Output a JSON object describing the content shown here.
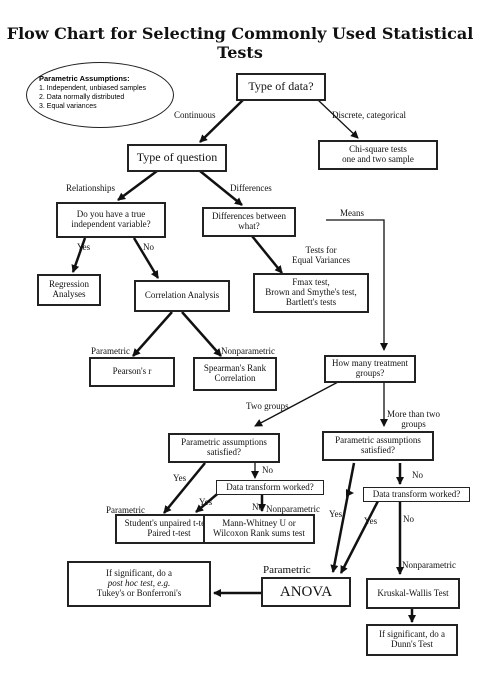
{
  "title": "Flow Chart for Selecting Commonly Used Statistical Tests",
  "assumptions": {
    "heading": "Parametric Assumptions:",
    "items": [
      "1. Independent, unbiased samples",
      "2. Data normally distributed",
      "3. Equal variances"
    ]
  },
  "nodes": {
    "type_of_data": "Type of data?",
    "chi_square": [
      "Chi-square tests",
      "one and two sample"
    ],
    "type_of_question": "Type of question",
    "true_independent": [
      "Do you have a true",
      "independent variable?"
    ],
    "differences_between": [
      "Differences between",
      "what?"
    ],
    "regression": [
      "Regression",
      "Analyses"
    ],
    "correlation": "Correlation Analysis",
    "fmax": [
      "Fmax test,",
      "Brown and Smythe's test,",
      "Bartlett's tests"
    ],
    "pearson": "Pearson's r",
    "spearman": [
      "Spearman's Rank",
      "Correlation"
    ],
    "treatment_groups": [
      "How many treatment",
      "groups?"
    ],
    "param_assump_left": [
      "Parametric assumptions",
      "satisfied?"
    ],
    "param_assump_right": [
      "Parametric assumptions",
      "satisfied?"
    ],
    "transform_left": "Data transform worked?",
    "transform_right": "Data transform worked?",
    "unpaired": [
      "Student's unpaired t-test,",
      "Paired t-test"
    ],
    "mann_whitney": [
      "Mann-Whitney U or",
      "Wilcoxon Rank sums test"
    ],
    "post_hoc": [
      "If significant, do a",
      "post hoc test, e.g.",
      "Tukey's or Bonferroni's"
    ],
    "anova": "ANOVA",
    "kruskal": "Kruskal-Wallis Test",
    "dunn": [
      "If significant, do a",
      "Dunn's Test"
    ]
  },
  "labels": {
    "continuous": "Continuous",
    "discrete": "Discrete, categorical",
    "relationships": "Relationships",
    "differences": "Differences",
    "means": "Means",
    "yes_1": "Yes",
    "no_1": "No",
    "tests_for": [
      "Tests for",
      "Equal Variances"
    ],
    "parametric_1": "Parametric",
    "nonparametric_1": "Nonparametric",
    "two_groups": "Two groups",
    "more_than_two": [
      "More than two",
      "groups"
    ],
    "yes_left": "Yes",
    "no_left": "No",
    "yes_left_2": "Yes",
    "no_left_2": "No",
    "parametric_2": "Parametric",
    "nonparametric_2": "Nonparametric",
    "yes_right": "Yes",
    "no_right": "No",
    "yes_right_2": "Yes",
    "no_right_2": "No",
    "parametric_3": "Parametric",
    "nonparametric_3": "Nonparametric"
  }
}
